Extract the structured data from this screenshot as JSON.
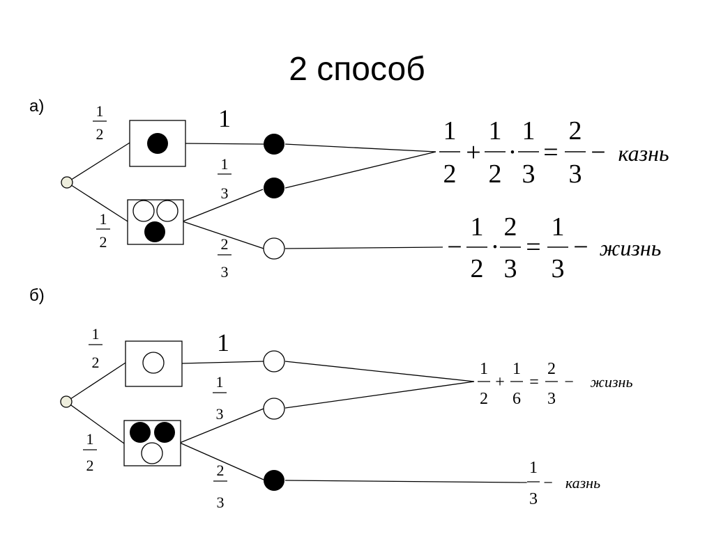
{
  "title": "2 способ",
  "colors": {
    "line": "#000000",
    "marble_black": "#000000",
    "marble_white": "#ffffff",
    "root": "#eeeedd"
  },
  "part_a": {
    "label": "а)",
    "branches": {
      "upper": {
        "num": "1",
        "den": "2"
      },
      "lower": {
        "num": "1",
        "den": "2"
      },
      "first_box_out": "1",
      "second_box_up": {
        "num": "1",
        "den": "3"
      },
      "second_box_down": {
        "num": "2",
        "den": "3"
      }
    },
    "result_1": {
      "t1": {
        "num": "1",
        "den": "2"
      },
      "plus": "+",
      "t2": {
        "num": "1",
        "den": "2"
      },
      "dot": "·",
      "t3": {
        "num": "1",
        "den": "3"
      },
      "eq": "=",
      "res": {
        "num": "2",
        "den": "3"
      },
      "dash": "−",
      "word": "казнь"
    },
    "result_2": {
      "dash1": "−",
      "t1": {
        "num": "1",
        "den": "2"
      },
      "dot": "·",
      "t2": {
        "num": "2",
        "den": "3"
      },
      "eq": "=",
      "res": {
        "num": "1",
        "den": "3"
      },
      "dash": "−",
      "word": "жизнь"
    }
  },
  "part_b": {
    "label": "б)",
    "branches": {
      "upper": {
        "num": "1",
        "den": "2"
      },
      "lower": {
        "num": "1",
        "den": "2"
      },
      "first_box_out": "1",
      "second_box_up": {
        "num": "1",
        "den": "3"
      },
      "second_box_down": {
        "num": "2",
        "den": "3"
      }
    },
    "result_1": {
      "t1": {
        "num": "1",
        "den": "2"
      },
      "plus": "+",
      "t2": {
        "num": "1",
        "den": "6"
      },
      "eq": "=",
      "res": {
        "num": "2",
        "den": "3"
      },
      "dash": "−",
      "word": "жизнь"
    },
    "result_2": {
      "dash1": "−",
      "t1": {
        "num": "1",
        "den": "3"
      },
      "dash": "−",
      "word": "казнь"
    }
  }
}
